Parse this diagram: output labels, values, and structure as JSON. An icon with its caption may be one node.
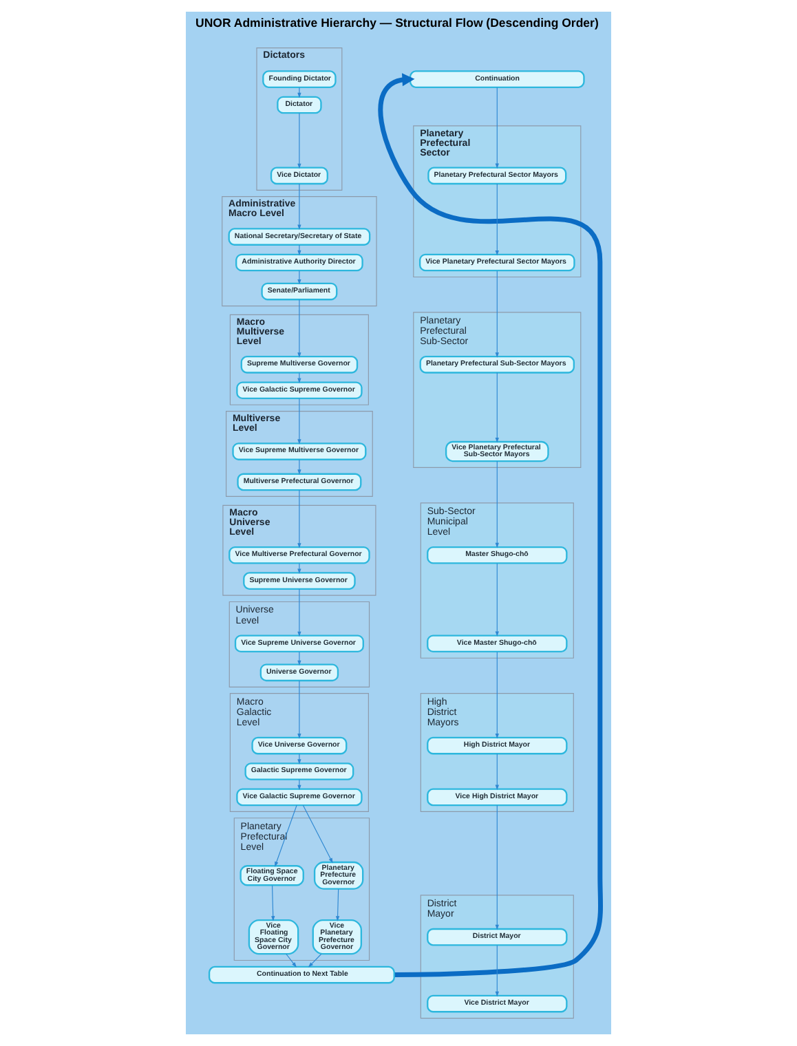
{
  "diagram": {
    "title": "UNOR Administrative Hierarchy — Structural Flow (Descending Order)",
    "nodes": [
      {
        "text": [
          "Dictators"
        ]
      },
      {
        "text": [
          "Founding Dictator"
        ],
        "in": 0
      },
      {
        "text": [
          "Dictator"
        ],
        "in": 0
      },
      {
        "text": [
          "Vice Dictator"
        ],
        "in": 0
      },
      {
        "text": [
          "Administrative Macro Level"
        ]
      },
      {
        "text": [
          "National Secretary/Secretary of State"
        ],
        "in": 4
      },
      {
        "text": [
          "Administrative Authority Director"
        ],
        "in": 4
      },
      {
        "text": [
          "Senate/Parliament"
        ],
        "in": 4
      },
      {
        "text": [
          "Macro Multiverse Level"
        ]
      },
      {
        "text": [
          "Supreme Multiverse Governor"
        ],
        "in": 8
      },
      {
        "text": [
          "Vice Galactic Supreme Governor"
        ],
        "in": 8
      },
      {
        "text": [
          "Multiverse Level"
        ]
      },
      {
        "text": [
          "Vice Supreme Multiverse Governor"
        ],
        "in": 11
      },
      {
        "text": [
          "Multiverse Prefectural Governor"
        ],
        "in": 11
      },
      {
        "text": [
          "Macro Universe Level"
        ]
      },
      {
        "text": [
          "Vice Multiverse Prefectural Governor"
        ],
        "in": 14
      },
      {
        "text": [
          "Supreme Universe Governor"
        ],
        "in": 14
      },
      {
        "text": [
          "Universe Level"
        ]
      },
      {
        "text": [
          "Vice Supreme Universe Governor"
        ],
        "in": 17
      },
      {
        "text": [
          "Universe Governor"
        ],
        "in": 17
      },
      {
        "text": [
          "Macro Galactic Level"
        ]
      },
      {
        "text": [
          "Vice Universe Governor"
        ],
        "in": 20
      },
      {
        "text": [
          "Galactic Supreme Governor"
        ],
        "in": 20
      },
      {
        "text": [
          "Vice Galactic Supreme Governor"
        ],
        "in": 20
      },
      {
        "text": [
          "Planetary Prefectural Level"
        ]
      },
      {
        "text": [
          "Floating Space City Governor"
        ],
        "in": 24
      },
      {
        "text": [
          "Planetary Prefecture Governor"
        ],
        "in": 24
      },
      {
        "text": [
          "Vice Floating Space City Governor"
        ],
        "in": 24
      },
      {
        "text": [
          "Vice Planetary Prefecture Governor"
        ],
        "in": 24
      },
      {
        "text": [
          "Continuation to Next Table"
        ]
      },
      {
        "text": [
          "Continuation"
        ]
      },
      {
        "text": [
          "Planetary Prefectural Sector"
        ]
      },
      {
        "text": [
          "Planetary Prefectural Sector Mayors"
        ],
        "in": 31
      },
      {
        "text": [
          "Vice Planetary Prefectural Sector Mayors"
        ],
        "in": 31
      },
      {
        "text": [
          "Planetary Prefectural Sub-Sector"
        ]
      },
      {
        "text": [
          "Planetary Prefectural Sub-Sector Mayors"
        ],
        "in": 34
      },
      {
        "text": [
          "Vice Planetary Prefectural Sub-Sector Mayors"
        ],
        "in": 34
      },
      {
        "text": [
          "Sub-Sector Municipal Level"
        ]
      },
      {
        "text": [
          "Master Shugo-chō"
        ],
        "in": 37
      },
      {
        "text": [
          "Vice Master Shugo-chō"
        ],
        "in": 37
      },
      {
        "text": [
          "High District Mayors"
        ]
      },
      {
        "text": [
          "High District Mayor"
        ],
        "in": 40
      },
      {
        "text": [
          "Vice High District Mayor"
        ],
        "in": 40
      },
      {
        "text": [
          "District Mayor"
        ]
      },
      {
        "text": [
          "District Mayor"
        ],
        "in": 43
      },
      {
        "text": [
          "Vice District Mayor"
        ],
        "in": 43
      }
    ],
    "edges": [
      {
        "from": 1,
        "to": 2,
        "arrow": "to"
      },
      {
        "from": 2,
        "to": 3,
        "arrow": "to"
      },
      {
        "from": 3,
        "to": 5,
        "arrow": "to"
      },
      {
        "from": 5,
        "to": 6,
        "arrow": "to"
      },
      {
        "from": 6,
        "to": 7,
        "arrow": "to"
      },
      {
        "from": 7,
        "to": 9,
        "arrow": "to"
      },
      {
        "from": 9,
        "to": 10,
        "arrow": "to"
      },
      {
        "from": 10,
        "to": 12,
        "arrow": "to"
      },
      {
        "from": 12,
        "to": 13,
        "arrow": "to"
      },
      {
        "from": 13,
        "to": 15,
        "arrow": "to"
      },
      {
        "from": 15,
        "to": 16,
        "arrow": "to"
      },
      {
        "from": 16,
        "to": 18,
        "arrow": "to"
      },
      {
        "from": 18,
        "to": 19,
        "arrow": "to"
      },
      {
        "from": 19,
        "to": 21,
        "arrow": "to"
      },
      {
        "from": 21,
        "to": 22,
        "arrow": "to"
      },
      {
        "from": 22,
        "to": 23,
        "arrow": "to"
      },
      {
        "from": 23,
        "to": 25,
        "arrow": "to"
      },
      {
        "from": 23,
        "to": 26,
        "arrow": "to"
      },
      {
        "from": 25,
        "to": 27,
        "arrow": "to"
      },
      {
        "from": 26,
        "to": 28,
        "arrow": "to"
      },
      {
        "from": 27,
        "to": 29,
        "arrow": "to"
      },
      {
        "from": 28,
        "to": 29,
        "arrow": "to"
      },
      {
        "from": 29,
        "to": 30,
        "arrow": "to",
        "style": "thick",
        "color": "#0b6cc4"
      },
      {
        "from": 30,
        "to": 32,
        "arrow": "to"
      },
      {
        "from": 32,
        "to": 33,
        "arrow": "to"
      },
      {
        "from": 33,
        "to": 35,
        "arrow": "to"
      },
      {
        "from": 35,
        "to": 36,
        "arrow": "to"
      },
      {
        "from": 36,
        "to": 38,
        "arrow": "to"
      },
      {
        "from": 38,
        "to": 39,
        "arrow": "to"
      },
      {
        "from": 39,
        "to": 41,
        "arrow": "to"
      },
      {
        "from": 41,
        "to": 42,
        "arrow": "to"
      },
      {
        "from": 42,
        "to": 44,
        "arrow": "to"
      },
      {
        "from": 44,
        "to": 45,
        "arrow": "to"
      }
    ]
  }
}
